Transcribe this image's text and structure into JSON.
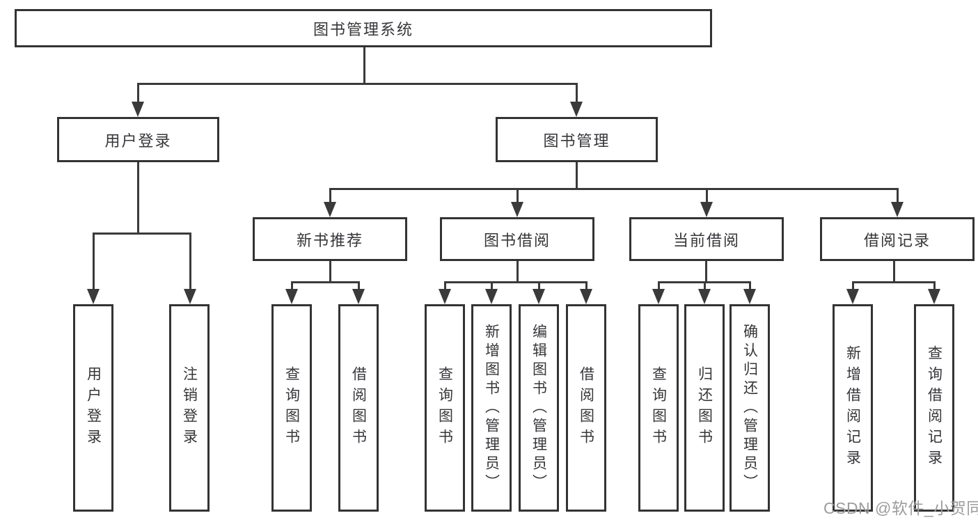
{
  "diagram": {
    "root": {
      "label": "图书管理系统"
    },
    "level1": [
      {
        "label": "用户登录"
      },
      {
        "label": "图书管理"
      }
    ],
    "level2": [
      {
        "label": "新书推荐"
      },
      {
        "label": "图书借阅"
      },
      {
        "label": "当前借阅"
      },
      {
        "label": "借阅记录"
      }
    ],
    "leaves": {
      "userLogin": [
        {
          "label": "用户登录"
        },
        {
          "label": "注销登录"
        }
      ],
      "newBooks": [
        {
          "label": "查询图书"
        },
        {
          "label": "借阅图书"
        }
      ],
      "borrow": [
        {
          "label": "查询图书"
        },
        {
          "label": "新增图书（管理员）"
        },
        {
          "label": "编辑图书（管理员）"
        },
        {
          "label": "借阅图书"
        }
      ],
      "current": [
        {
          "label": "查询图书"
        },
        {
          "label": "归还图书"
        },
        {
          "label": "确认归还（管理员）"
        }
      ],
      "records": [
        {
          "label": "新增借阅记录"
        },
        {
          "label": "查询借阅记录"
        }
      ]
    }
  },
  "watermark": {
    "text": "CSDN @软件_小贺同学"
  },
  "colors": {
    "line": "#3a3a3a",
    "box_border": "#333333",
    "text": "#36363b",
    "watermark": "#9c9c9c",
    "background": "#ffffff"
  }
}
